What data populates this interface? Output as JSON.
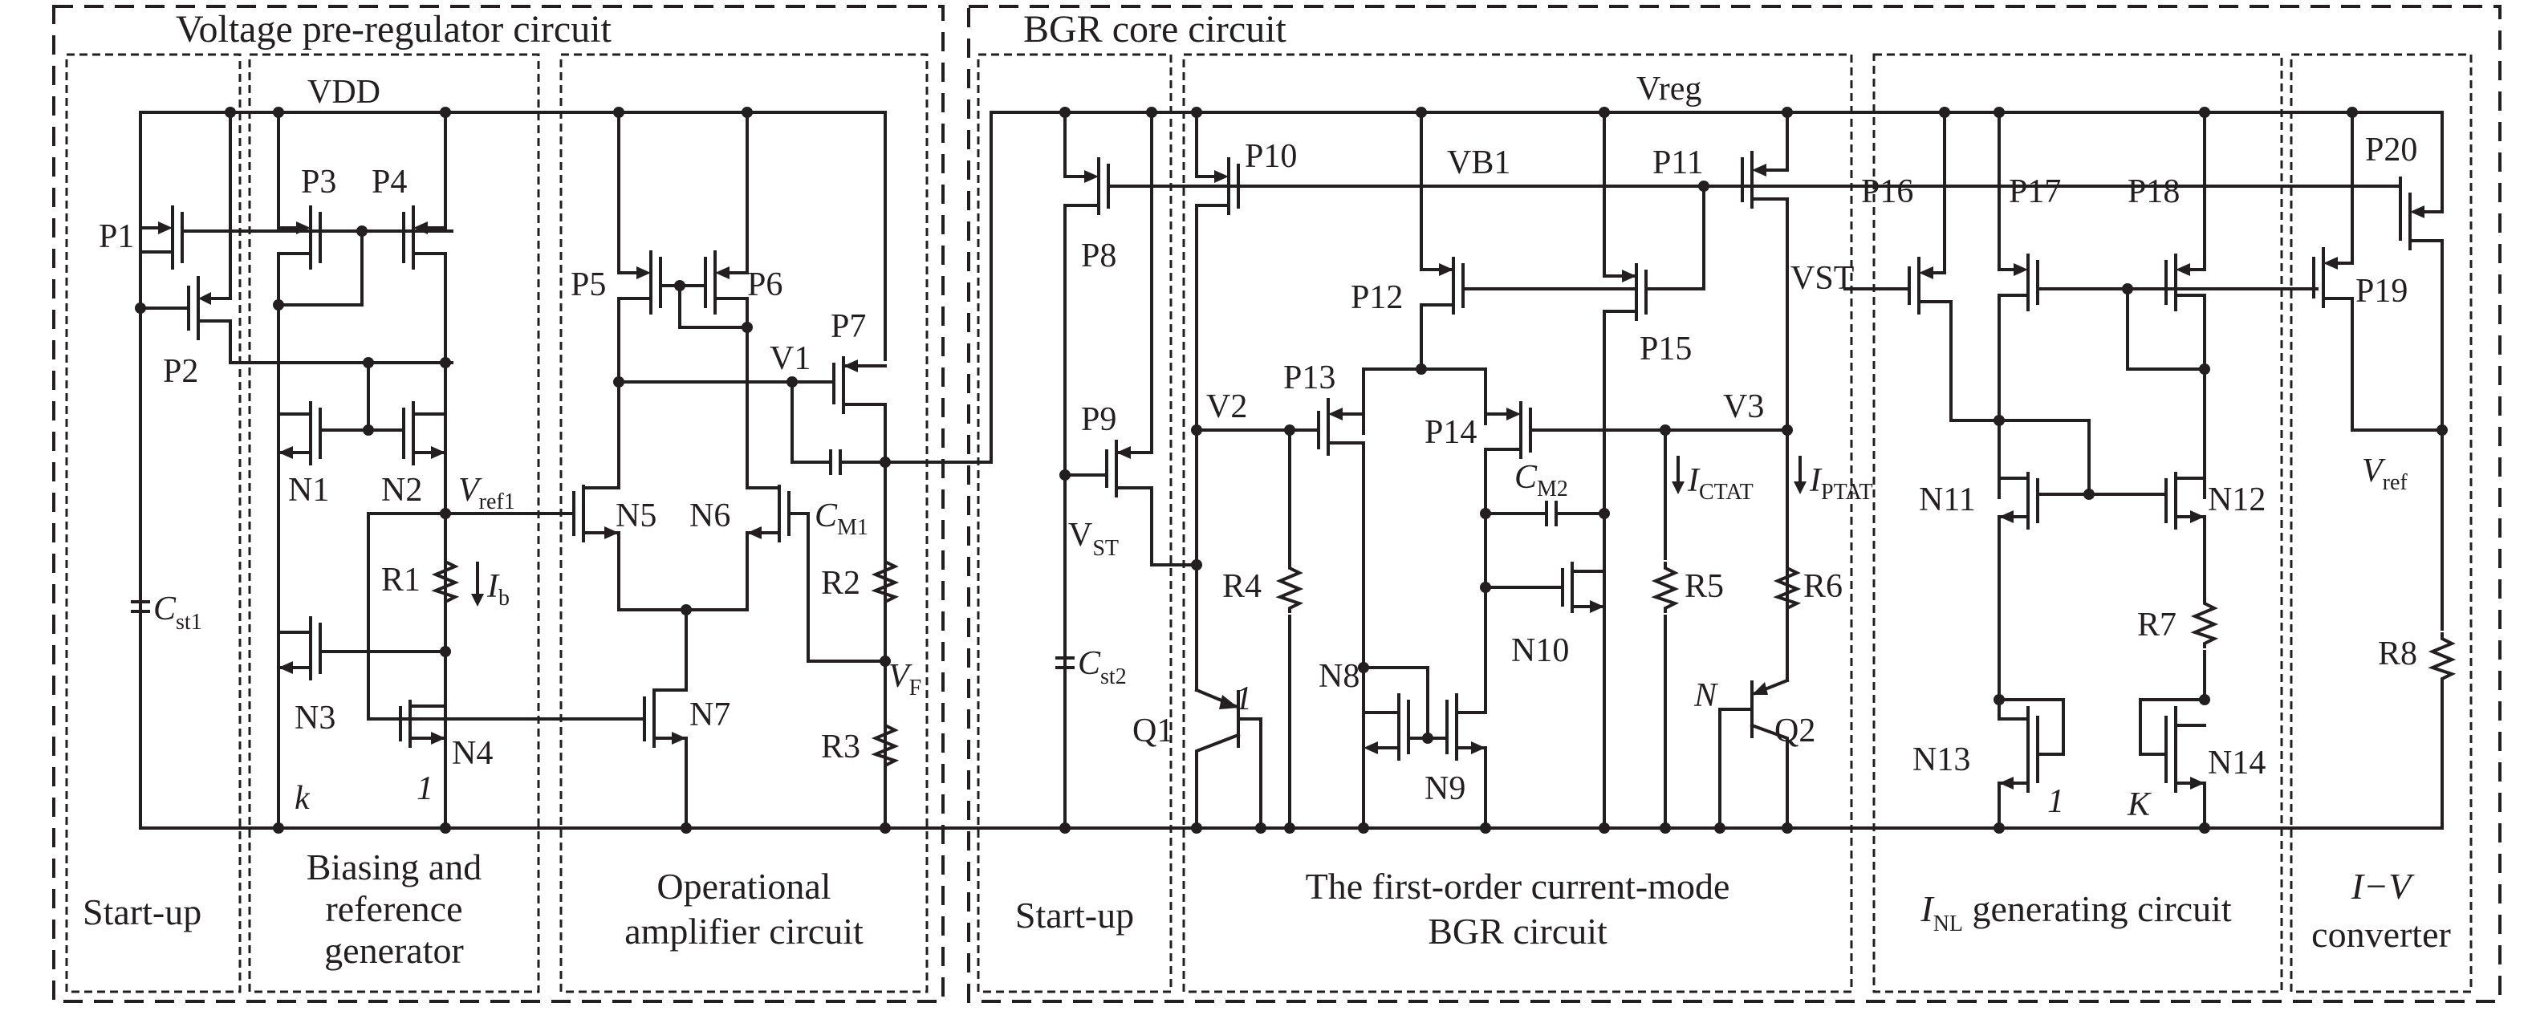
{
  "figure": {
    "groups": {
      "pre_regulator": "Voltage pre-regulator circuit",
      "bgr_core": "BGR core circuit"
    },
    "sections": {
      "startup1": [
        "Start-up"
      ],
      "biasing": [
        "Biasing and",
        "reference",
        "generator"
      ],
      "opamp": [
        "Operational",
        "amplifier circuit"
      ],
      "startup2": [
        "Start-up"
      ],
      "bgr": [
        "The first-order current-mode",
        "BGR circuit"
      ],
      "inl": {
        "main": "I",
        "sub": "NL",
        "rest": " generating circuit"
      },
      "iv": [
        "I−V",
        "converter"
      ]
    },
    "nets": {
      "vdd": "VDD",
      "vreg": "Vreg",
      "vb1": "VB1",
      "v1": "V1",
      "v2": "V2",
      "v3": "V3",
      "vst_right": "VST",
      "vst": {
        "main": "V",
        "sub": "ST"
      },
      "vref1": {
        "main": "V",
        "sub": "ref1"
      },
      "vf": {
        "main": "V",
        "sub": "F"
      },
      "vref": {
        "main": "V",
        "sub": "ref"
      }
    },
    "currents": {
      "ib": {
        "main": "I",
        "sub": "b"
      },
      "ictat": {
        "main": "I",
        "sub": "CTAT"
      },
      "iptat": {
        "main": "I",
        "sub": "PTAT"
      }
    },
    "transistors": {
      "P1": "P1",
      "P2": "P2",
      "P3": "P3",
      "P4": "P4",
      "P5": "P5",
      "P6": "P6",
      "P7": "P7",
      "P8": "P8",
      "P9": "P9",
      "P10": "P10",
      "P11": "P11",
      "P12": "P12",
      "P13": "P13",
      "P14": "P14",
      "P15": "P15",
      "P16": "P16",
      "P17": "P17",
      "P18": "P18",
      "P19": "P19",
      "P20": "P20",
      "N1": "N1",
      "N2": "N2",
      "N3": "N3",
      "N4": "N4",
      "N5": "N5",
      "N6": "N6",
      "N7": "N7",
      "N8": "N8",
      "N9": "N9",
      "N10": "N10",
      "N11": "N11",
      "N12": "N12",
      "N13": "N13",
      "N14": "N14",
      "Q1": "Q1",
      "Q2": "Q2"
    },
    "resistors": {
      "R1": "R1",
      "R2": "R2",
      "R3": "R3",
      "R4": "R4",
      "R5": "R5",
      "R6": "R6",
      "R7": "R7",
      "R8": "R8"
    },
    "capacitors": {
      "cst1": {
        "main": "C",
        "sub": "st1"
      },
      "cst2": {
        "main": "C",
        "sub": "st2"
      },
      "cm1": {
        "main": "C",
        "sub": "M1"
      },
      "cm2": {
        "main": "C",
        "sub": "M2"
      }
    },
    "ratios": {
      "n3": "k",
      "n4": "1",
      "q1": "1",
      "q2": "N",
      "n13": "1",
      "n14": "K"
    }
  }
}
